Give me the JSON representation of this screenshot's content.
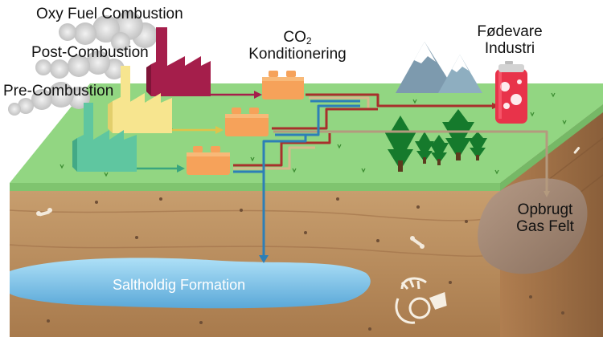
{
  "labels": {
    "oxy_fuel": "Oxy Fuel Combustion",
    "post_combustion": "Post-Combustion",
    "pre_combustion": "Pre-Combustion",
    "co2_prefix": "CO",
    "co2_subscript": "2",
    "conditioning": "Konditionering",
    "food_line1": "Fødevare",
    "food_line2": "Industri",
    "gas_line1": "Opbrugt",
    "gas_line2": "Gas Felt",
    "saline": "Saltholdig Formation"
  },
  "colors": {
    "grass": "#92d682",
    "soil_side": "#b98a5a",
    "soil_right": "#9c6f45",
    "oxy_factory": "#a51e4b",
    "post_factory": "#f7e58f",
    "pre_factory": "#5fc6a0",
    "conditioning_units": "#f6a25a",
    "pipe_red": "#a8302c",
    "pipe_blue": "#2d7fb7",
    "saline_water": "#7fc2e6",
    "trees": "#157a2c",
    "mountains": "#7d9aae",
    "soda_can": "#e8334a"
  },
  "icons": [
    "smoke-cloud-icon",
    "factory-icon",
    "conditioning-unit-icon",
    "mountain-icon",
    "pine-tree-icon",
    "soda-can-icon",
    "bone-icon",
    "fossil-icon"
  ]
}
